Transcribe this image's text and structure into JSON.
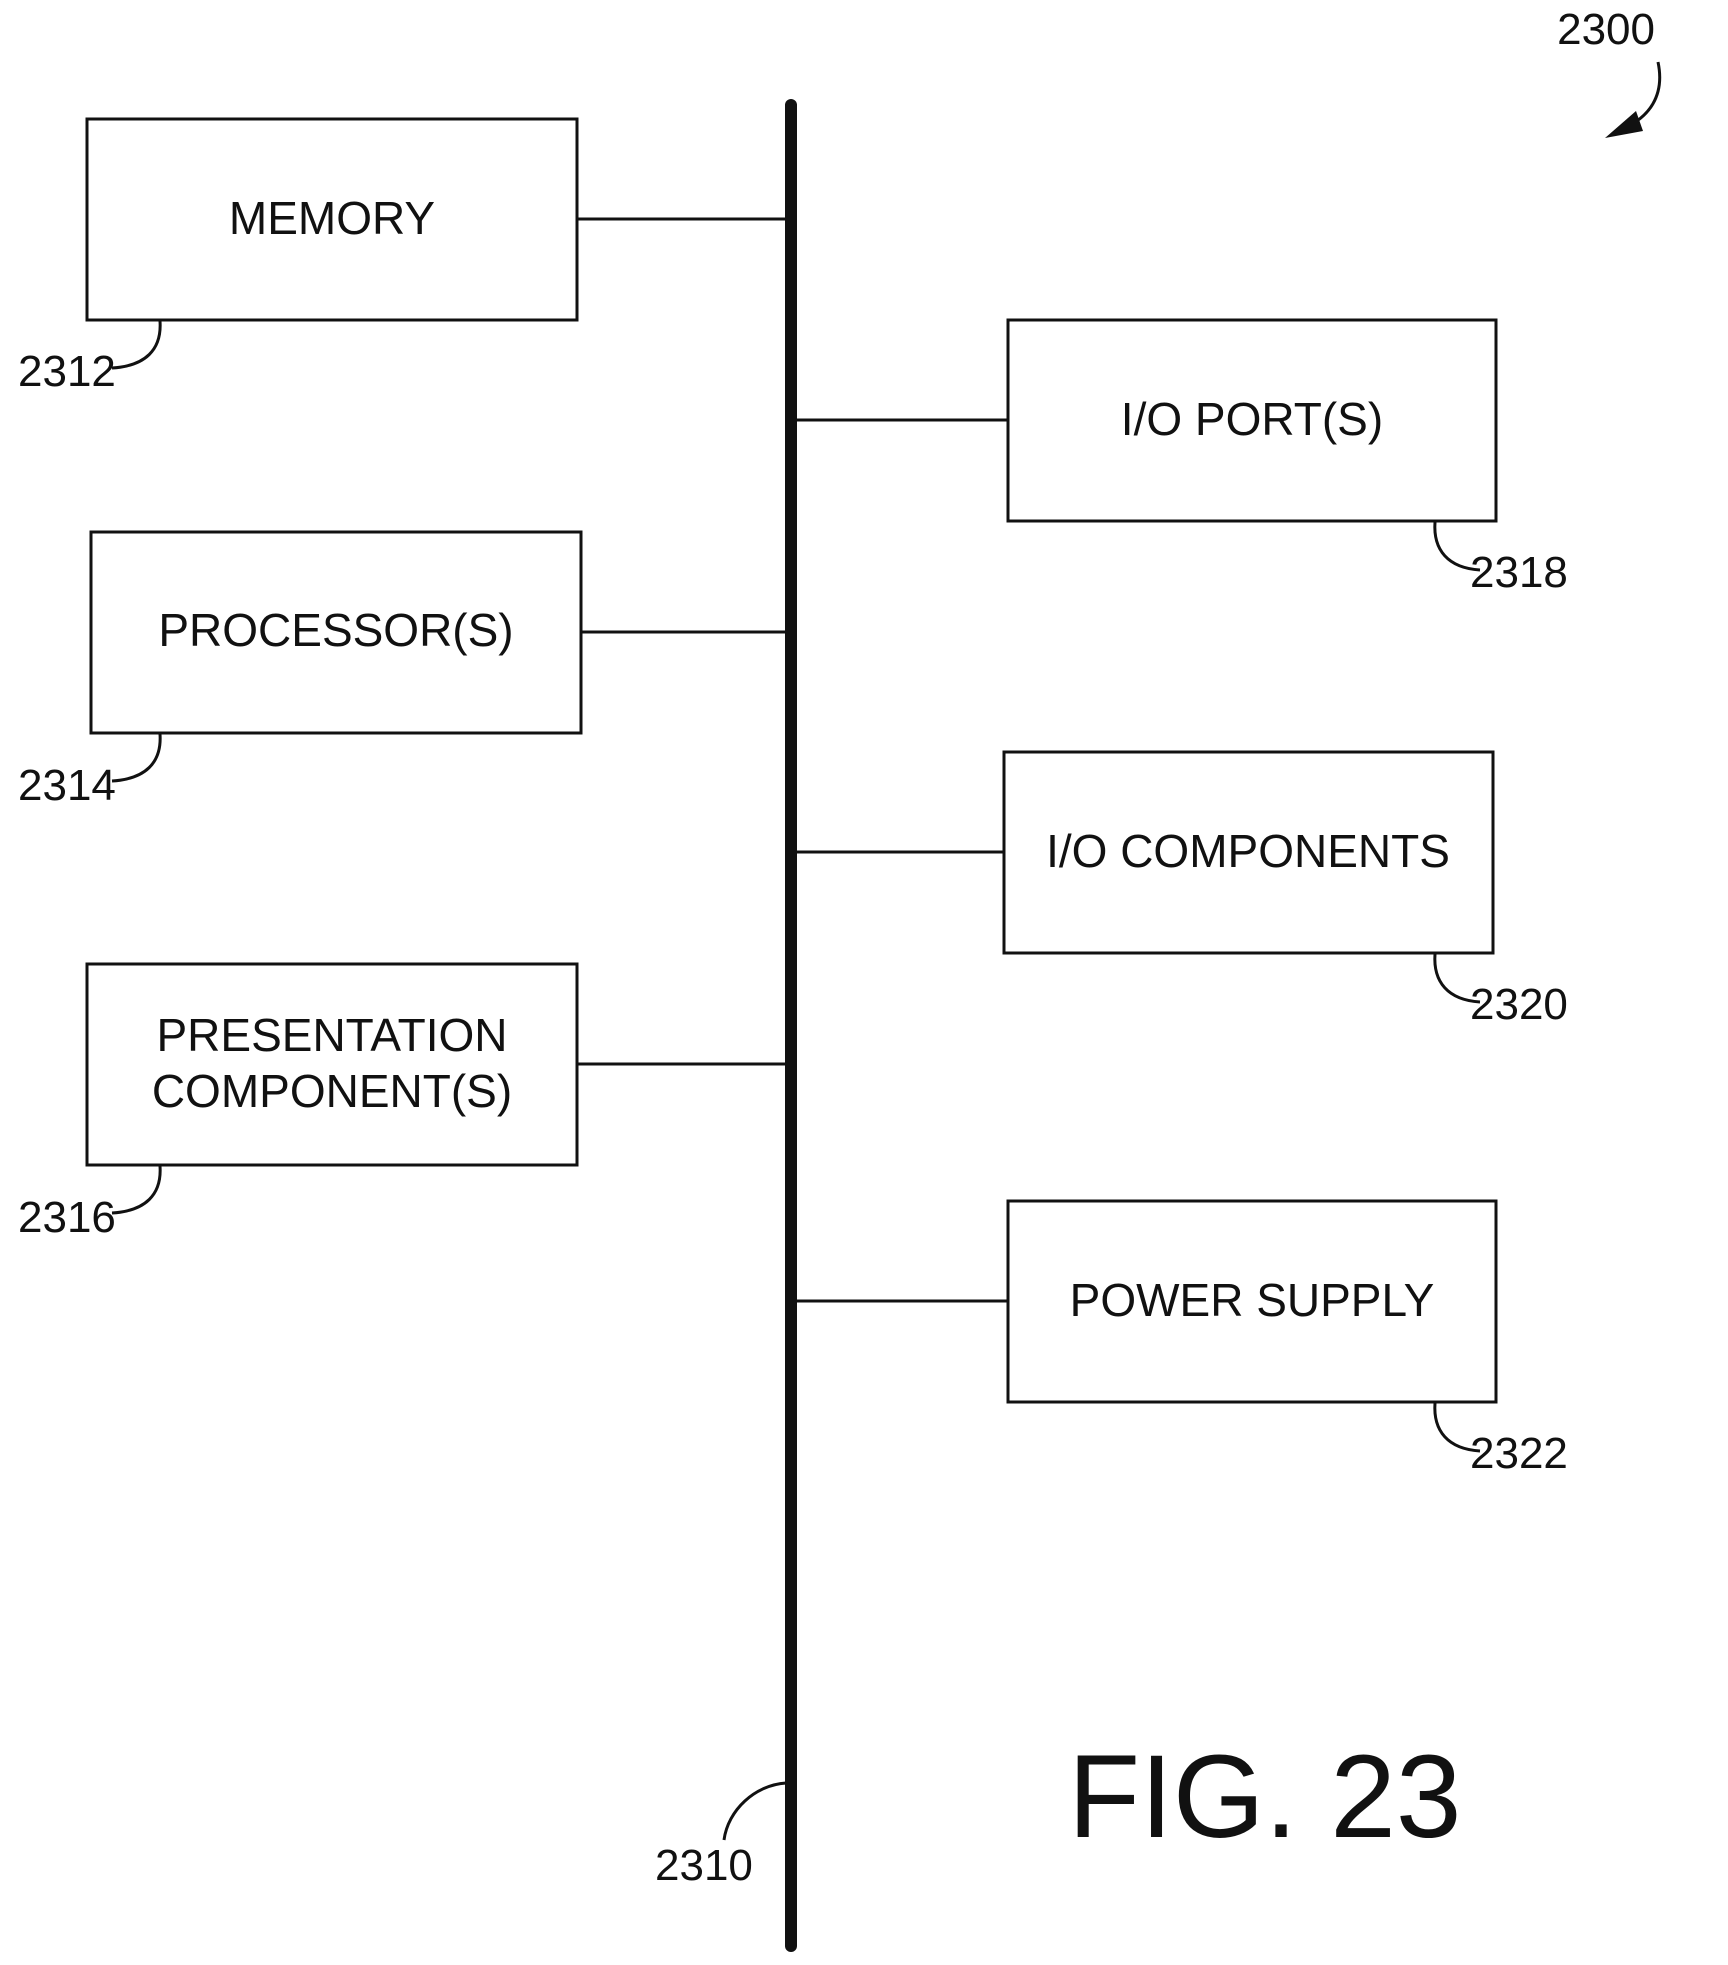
{
  "figure_label": "FIG. 23",
  "system_ref": "2300",
  "bus_ref": "2310",
  "components": [
    {
      "id": "memory",
      "lines": [
        "MEMORY"
      ],
      "ref": "2312"
    },
    {
      "id": "processors",
      "lines": [
        "PROCESSOR(S)"
      ],
      "ref": "2314"
    },
    {
      "id": "presentation-components",
      "lines": [
        "PRESENTATION",
        "COMPONENT(S)"
      ],
      "ref": "2316"
    },
    {
      "id": "io-ports",
      "lines": [
        "I/O PORT(S)"
      ],
      "ref": "2318"
    },
    {
      "id": "io-components",
      "lines": [
        "I/O COMPONENTS"
      ],
      "ref": "2320"
    },
    {
      "id": "power-supply",
      "lines": [
        "POWER SUPPLY"
      ],
      "ref": "2322"
    }
  ],
  "colors": {
    "ink": "#111111",
    "background": "#ffffff"
  }
}
